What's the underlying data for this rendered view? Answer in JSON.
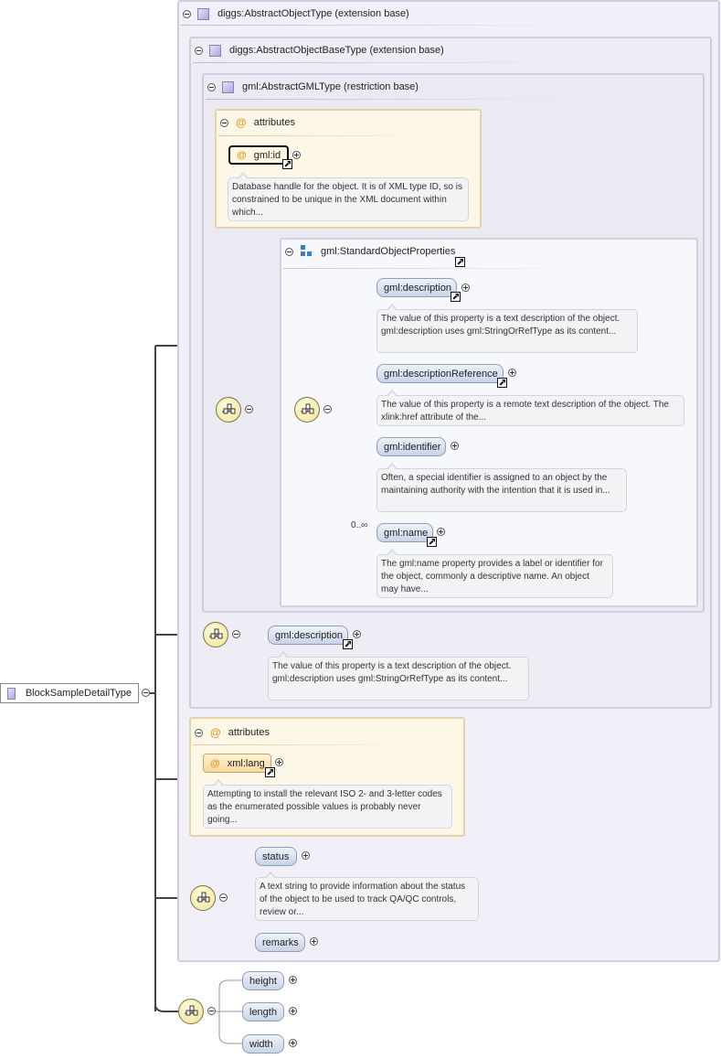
{
  "root": {
    "label": "BlockSampleDetailType"
  },
  "ext1": {
    "label": "diggs:AbstractObjectType (extension base)"
  },
  "ext2": {
    "label": "diggs:AbstractObjectBaseType (extension base)"
  },
  "restr": {
    "label": "gml:AbstractGMLType (restriction base)"
  },
  "attributes_label": "attributes",
  "gmlid": {
    "name": "gml:id",
    "doc": "Database handle for the object. It is of XML type ID, so is constrained to be unique in the XML document within which..."
  },
  "group": {
    "label": "gml:StandardObjectProperties"
  },
  "std": [
    {
      "name": "gml:description",
      "doc": "The value of this property is a text description of the object. gml:description uses gml:StringOrRefType as its content..."
    },
    {
      "name": "gml:descriptionReference",
      "doc": "The value of this property is a remote text description of the object. The xlink:href attribute of the..."
    },
    {
      "name": "gml:identifier",
      "doc": "Often, a special identifier is assigned to an object by the maintaining authority with the intention that it is used in..."
    },
    {
      "name": "gml:name",
      "doc": "The gml:name property provides a label or identifier for the object, commonly a descriptive name. An object may have...",
      "occurs": "0..∞"
    }
  ],
  "desc2": {
    "name": "gml:description",
    "doc": "The value of this property is a text description of the object. gml:description uses gml:StringOrRefType as its content..."
  },
  "xmllang": {
    "name": "xml:lang",
    "doc": "Attempting to install the relevant ISO 2- and 3-letter codes as the enumerated possible values is probably never going..."
  },
  "status": {
    "name": "status",
    "doc": "A text string to provide information about the status of the object to be used to track QA/QC controls, review or..."
  },
  "remarks": {
    "name": "remarks"
  },
  "dims": [
    {
      "name": "height"
    },
    {
      "name": "length"
    },
    {
      "name": "width"
    }
  ],
  "colors": {
    "type_box_border": "#cfcde0",
    "type_box_fill": "#f1f0f8",
    "attr_fill": "#fdf7e8",
    "element_fill": "#c9d4e8",
    "compositor_fill": "#efe39a"
  }
}
